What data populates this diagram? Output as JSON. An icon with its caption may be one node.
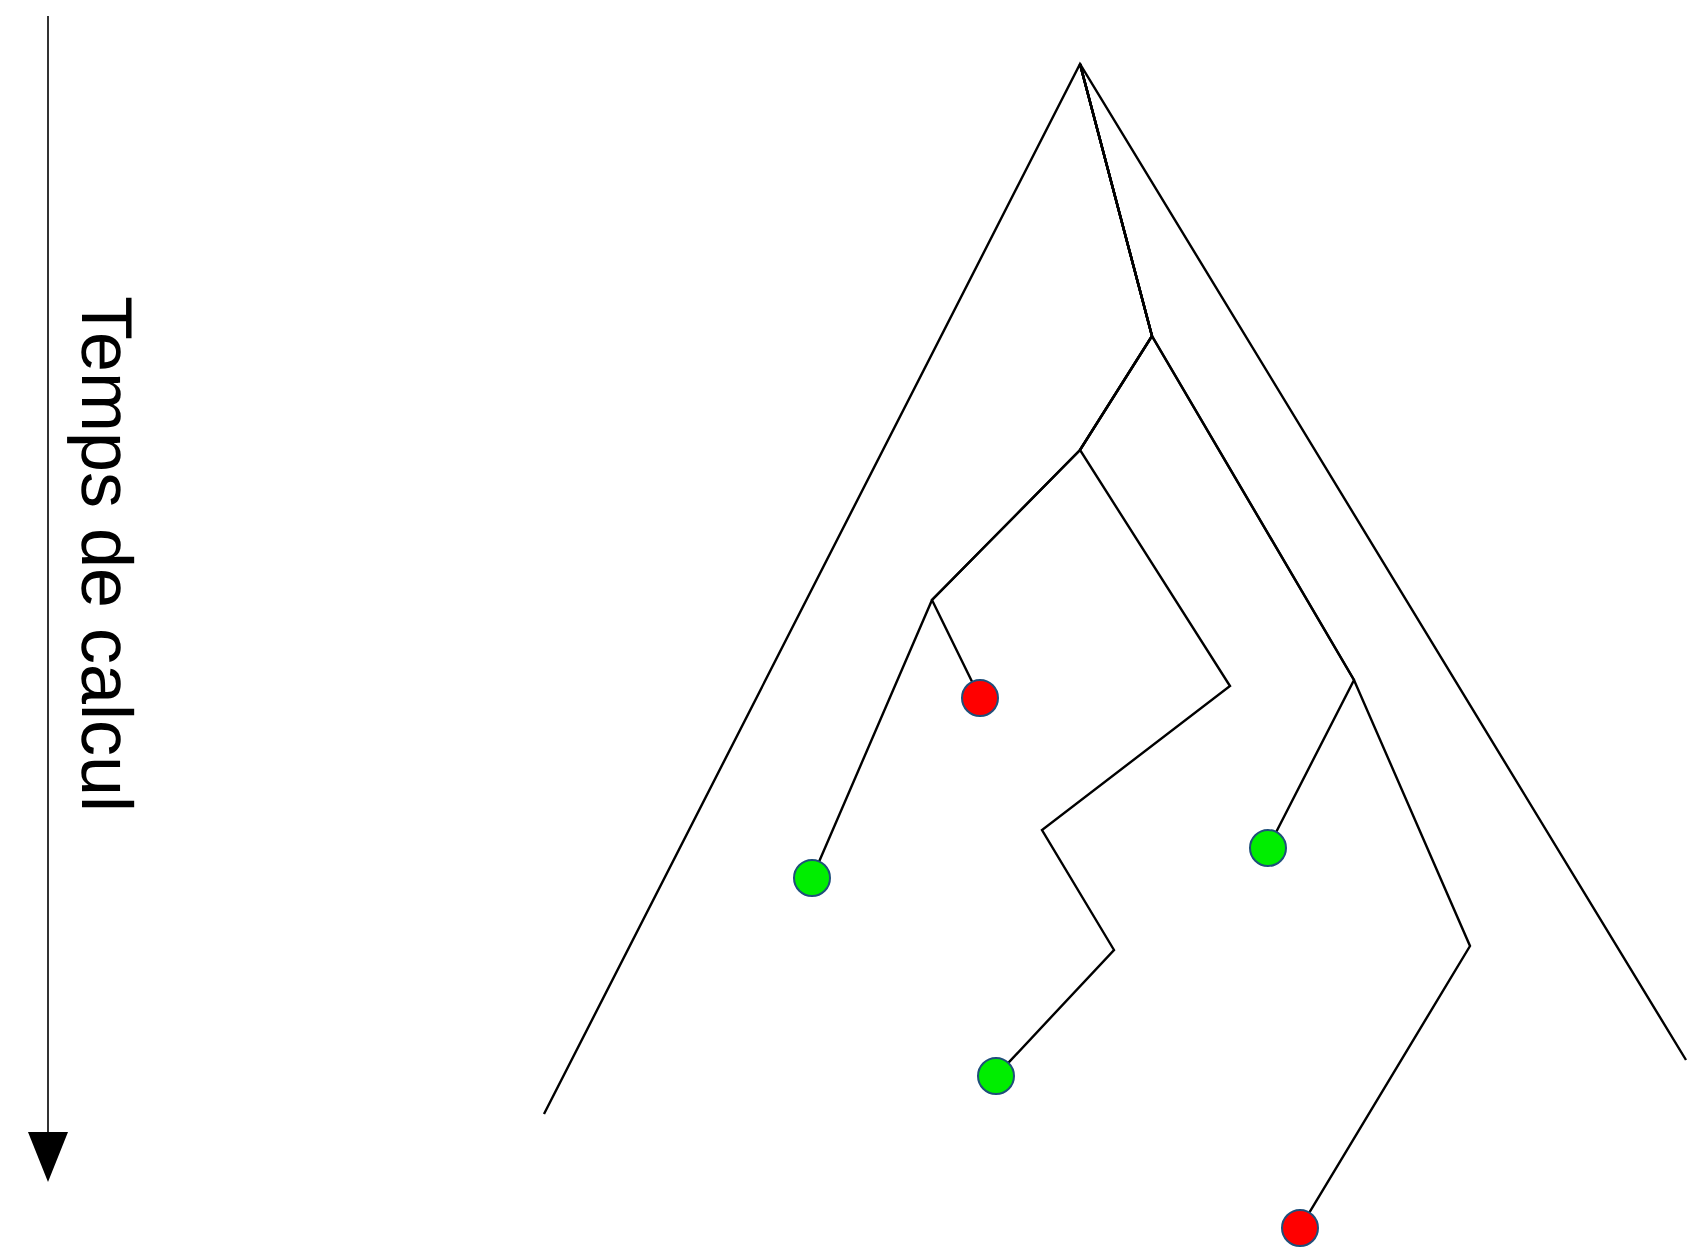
{
  "diagram": {
    "nodes": [
      {
        "text": [],
        "shape": "circle"
      },
      {
        "text": [],
        "shape": "circle"
      },
      {
        "text": [],
        "shape": "circle"
      },
      {
        "text": [],
        "shape": "circle"
      },
      {
        "text": [],
        "shape": "circle"
      }
    ],
    "edges": [
      {
        "from": null,
        "to": 0,
        "arrow": "none"
      },
      {
        "from": null,
        "to": 1,
        "arrow": "none"
      },
      {
        "from": null,
        "to": 2,
        "arrow": "none"
      },
      {
        "from": null,
        "to": 3,
        "arrow": "none"
      },
      {
        "from": null,
        "to": 4,
        "arrow": "none"
      }
    ],
    "labels": [
      "Temps de calcul"
    ]
  }
}
